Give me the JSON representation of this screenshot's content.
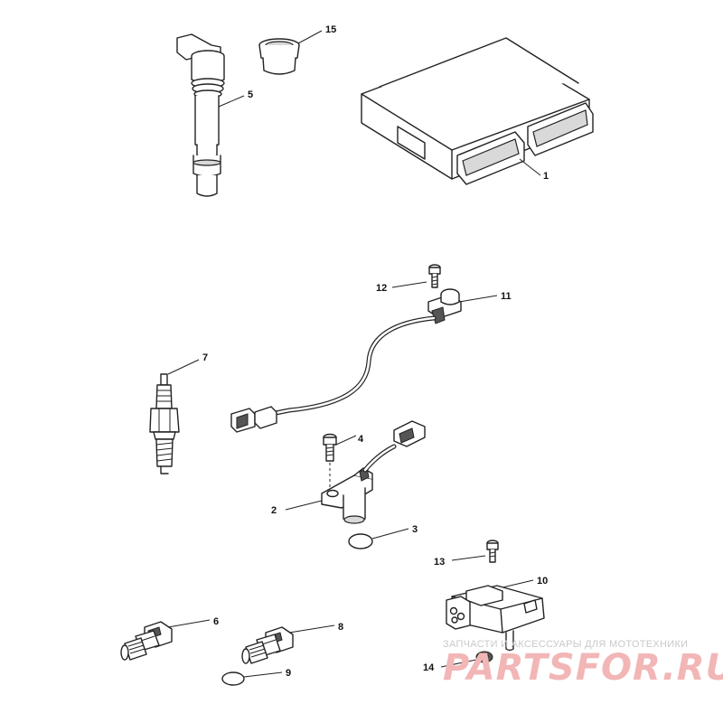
{
  "callouts": {
    "c1": "1",
    "c2": "2",
    "c3": "3",
    "c4": "4",
    "c5": "5",
    "c6": "6",
    "c7": "7",
    "c8": "8",
    "c9": "9",
    "c10": "10",
    "c11": "11",
    "c12": "12",
    "c13": "13",
    "c14": "14",
    "c15": "15"
  },
  "watermark": {
    "subtitle": "ЗАПЧАСТИ И АКСЕССУАРЫ ДЛЯ МОТОТЕХНИКИ",
    "brand": "PARTSFOR.RU",
    "brand_color": "#f2b6b6"
  }
}
